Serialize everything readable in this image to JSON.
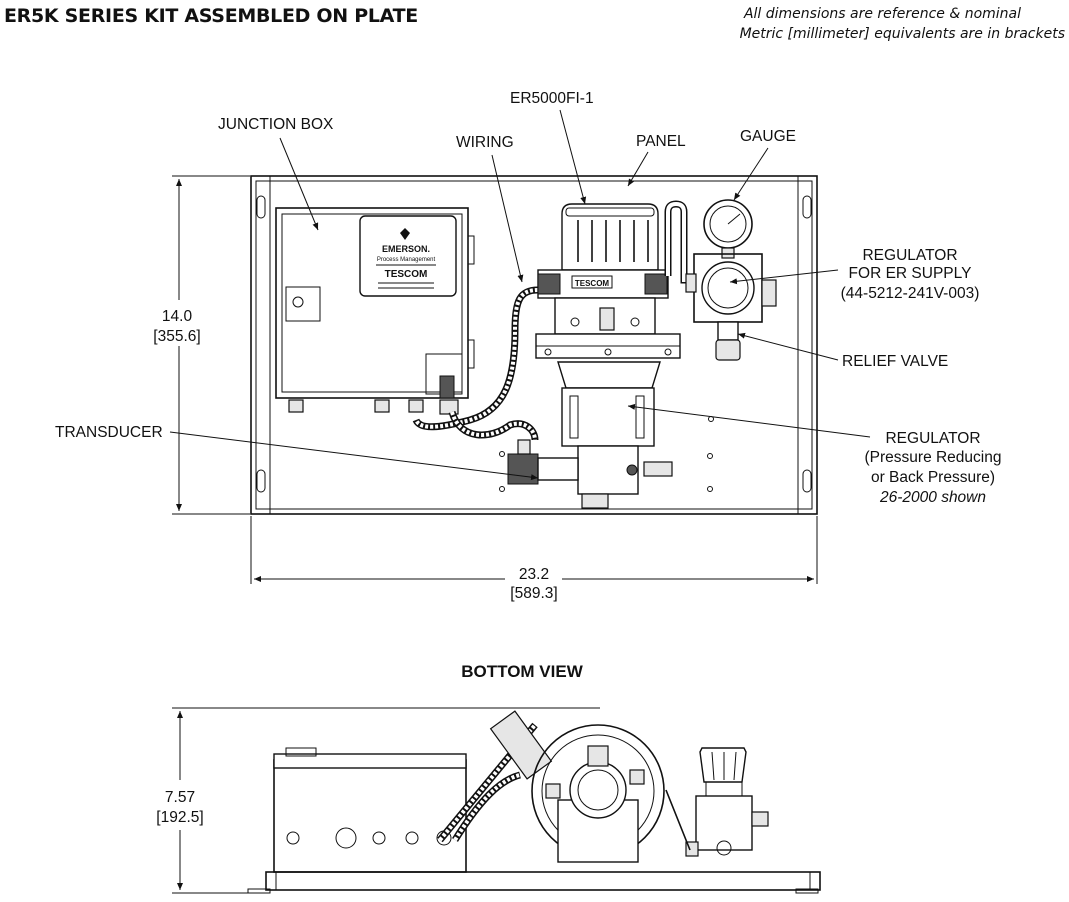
{
  "header": {
    "title": "ER5K SERIES KIT ASSEMBLED ON PLATE",
    "note_line1": "All dimensions are reference & nominal",
    "note_line2": "Metric [millimeter] equivalents are in brackets"
  },
  "callouts": {
    "junction_box": "JUNCTION BOX",
    "wiring": "WIRING",
    "er5000": "ER5000FI-1",
    "panel": "PANEL",
    "gauge": "GAUGE",
    "reg_supply_1": "REGULATOR",
    "reg_supply_2": "FOR ER SUPPLY",
    "reg_supply_3": "(44-5212-241V-003)",
    "relief_valve": "RELIEF VALVE",
    "transducer": "TRANSDUCER",
    "regulator_1": "REGULATOR",
    "regulator_2": "(Pressure Reducing",
    "regulator_3": "or Back Pressure)",
    "regulator_4": "26-2000 shown"
  },
  "dimensions": {
    "height_in": "14.0",
    "height_mm": "[355.6]",
    "width_in": "23.2",
    "width_mm": "[589.3]",
    "depth_in": "7.57",
    "depth_mm": "[192.5]"
  },
  "bottom_view": {
    "title": "BOTTOM VIEW"
  },
  "junction_box_label": {
    "brand": "EMERSON.",
    "sub": "Process Management",
    "brand2": "TESCOM"
  },
  "controller_label": "TESCOM"
}
